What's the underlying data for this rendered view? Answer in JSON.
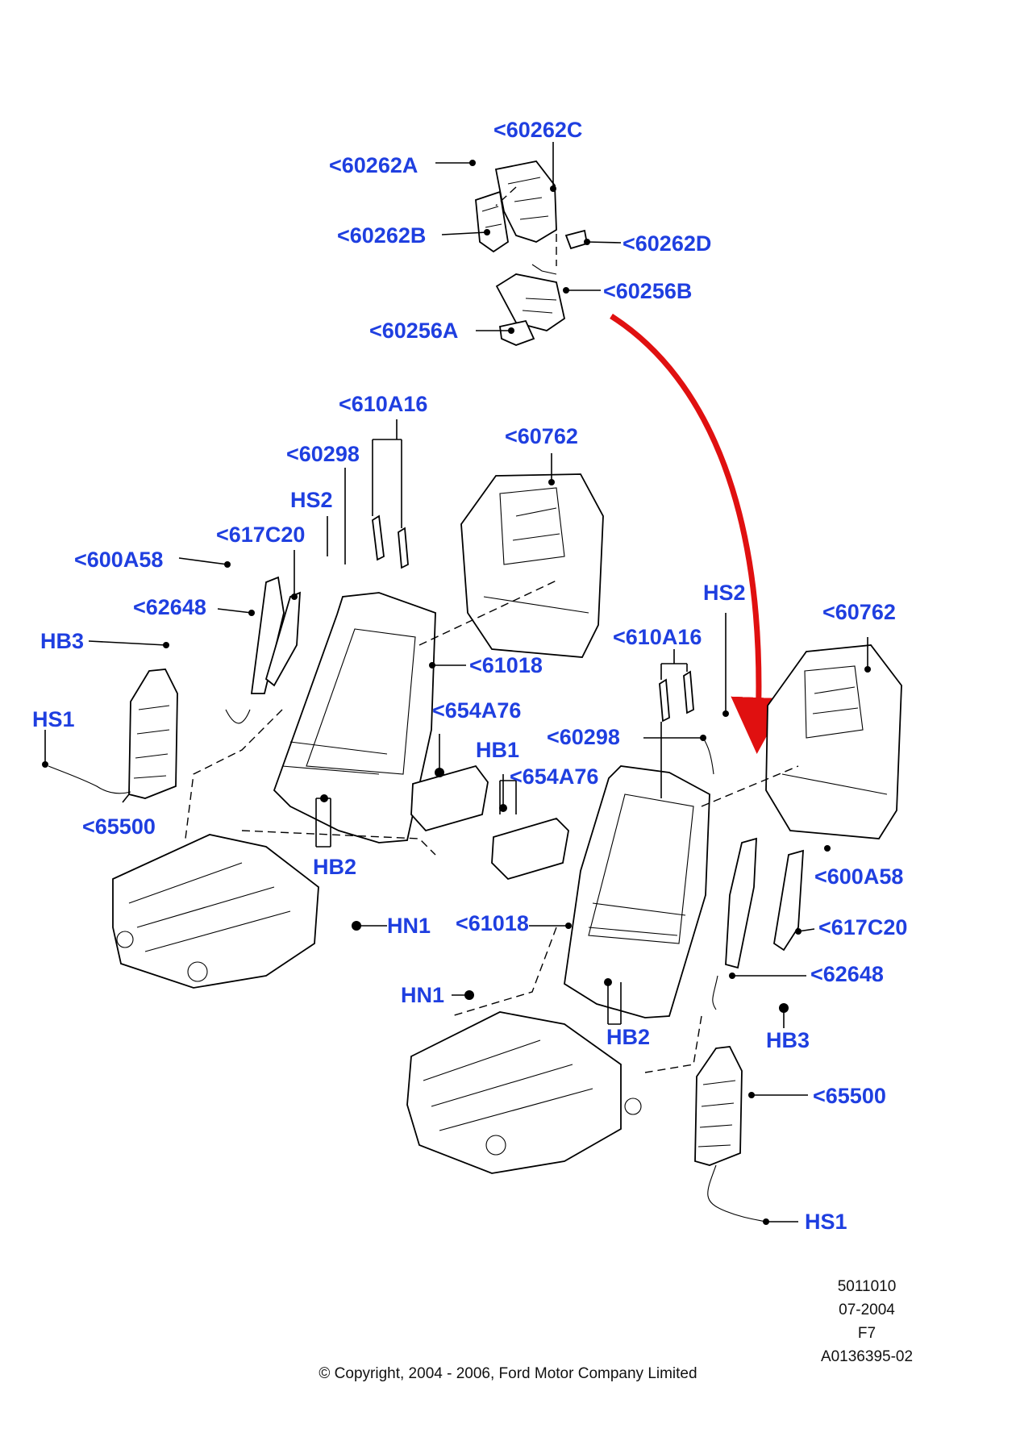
{
  "colors": {
    "label": "#1f3fe0",
    "arrow": "#e01010",
    "line": "#000000"
  },
  "labels": {
    "p60262C": "<60262C",
    "p60262A": "<60262A",
    "p60262B": "<60262B",
    "p60262D": "<60262D",
    "p60256B": "<60256B",
    "p60256A": "<60256A",
    "left_610A16": "<610A16",
    "left_60298": "<60298",
    "left_60762": "<60762",
    "left_HS2": "HS2",
    "left_617C20": "<617C20",
    "left_600A58": "<600A58",
    "left_62648": "<62648",
    "left_HB3": "HB3",
    "left_61018": "<61018",
    "left_HS1": "HS1",
    "left_654A76": "<654A76",
    "left_65500": "<65500",
    "left_HB2": "HB2",
    "left_HN1": "HN1",
    "mid_HB1": "HB1",
    "right_654A76": "<654A76",
    "right_HS2": "HS2",
    "right_60762": "<60762",
    "right_610A16": "<610A16",
    "right_60298": "<60298",
    "right_61018": "<61018",
    "right_600A58": "<600A58",
    "right_617C20": "<617C20",
    "right_62648": "<62648",
    "right_HN1": "HN1",
    "right_HB2": "HB2",
    "right_HB3": "HB3",
    "right_65500": "<65500",
    "right_HS1": "HS1"
  },
  "footer": {
    "ref_number": "5011010",
    "date": "07-2004",
    "code": "F7",
    "doc_id": "A0136395-02",
    "copyright": "© Copyright, 2004 - 2006, Ford Motor Company Limited"
  }
}
